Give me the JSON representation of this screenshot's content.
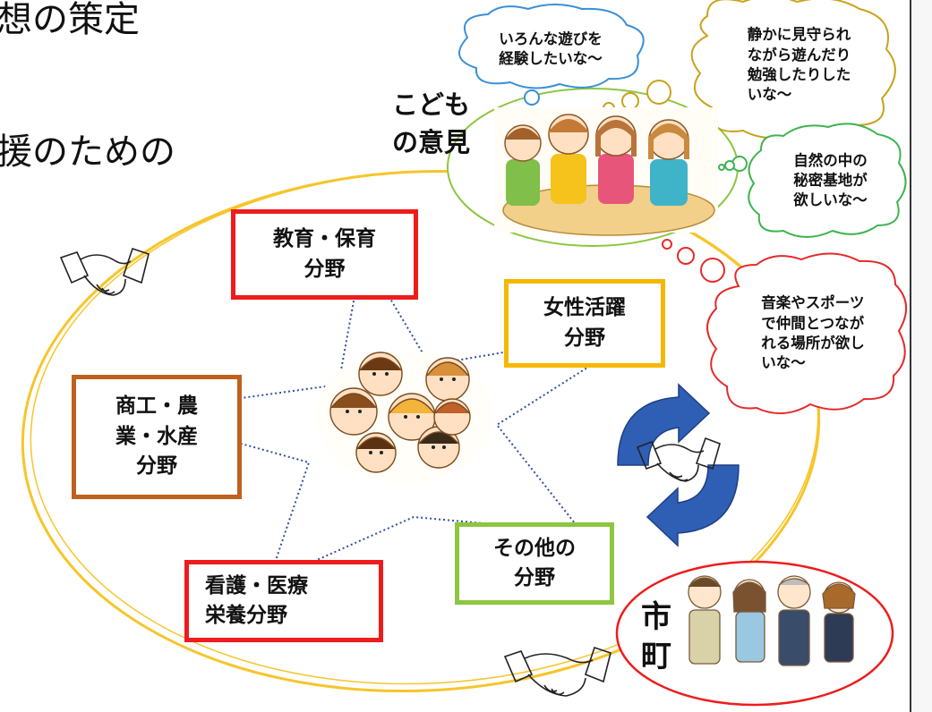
{
  "headings": {
    "line1": "想の策定",
    "line2": "援のための"
  },
  "children_opinion_label": "こども\nの意見",
  "city_label": "市\n町",
  "boxes": {
    "education": "教育・保育\n分野",
    "women": "女性活躍\n分野",
    "commerce": "商工・農\n業・水産\n分野",
    "nursing": "看護・医療\n栄養分野",
    "other": "その他の\n分野"
  },
  "thoughts": {
    "play": "いろんな遊びを\n経験したいな～",
    "watch": "静かに見守られ\nながら遊んだり\n勉強したりした\nいな～",
    "nature": "自然の中の\n秘密基地が\n欲しいな～",
    "music": "音楽やスポーツ\nで仲間とつなが\nれる場所が欲し\nいな～"
  },
  "colors": {
    "red": "#ee1c1c",
    "orange_yellow": "#f5b800",
    "brown": "#c0601e",
    "green": "#8dc63f",
    "ellipse_yellow": "#f7c52a",
    "dot_blue": "#2f4f9f",
    "cloud_blue": "#3a8fd8",
    "cloud_gold": "#c9a21a",
    "cloud_green": "#3fb34f",
    "cloud_red": "#e52a2a",
    "arrow_blue": "#2e5fb5"
  },
  "icons": [
    "handshake-icon",
    "children-group-illustration",
    "children-at-table-illustration",
    "city-staff-illustration",
    "circular-arrows-icon"
  ]
}
